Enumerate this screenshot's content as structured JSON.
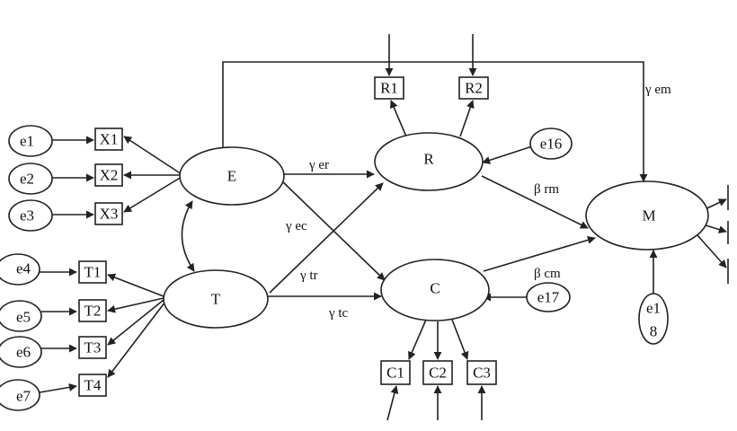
{
  "latent": {
    "E": "E",
    "T": "T",
    "R": "R",
    "C": "C",
    "M": "M"
  },
  "indicators": {
    "X1": "X1",
    "X2": "X2",
    "X3": "X3",
    "T1": "T1",
    "T2": "T2",
    "T3": "T3",
    "T4": "T4",
    "R1": "R1",
    "R2": "R2",
    "C1": "C1",
    "C2": "C2",
    "C3": "C3"
  },
  "errors": {
    "e1": "e1",
    "e2": "e2",
    "e3": "e3",
    "e4": "e4",
    "e5": "e5",
    "e6": "e6",
    "e7": "e7",
    "e16": "e16",
    "e17": "e17",
    "e18_line1": "e1",
    "e18_line2": "8"
  },
  "paths": {
    "ger": "γ er",
    "gec": "γ ec",
    "gtr": "γ tr",
    "gtc": "γ tc",
    "gem": "γ em",
    "brm": "β rm",
    "bcm": "β cm"
  },
  "colors": {
    "stroke": "#222222",
    "background": "#ffffff"
  }
}
